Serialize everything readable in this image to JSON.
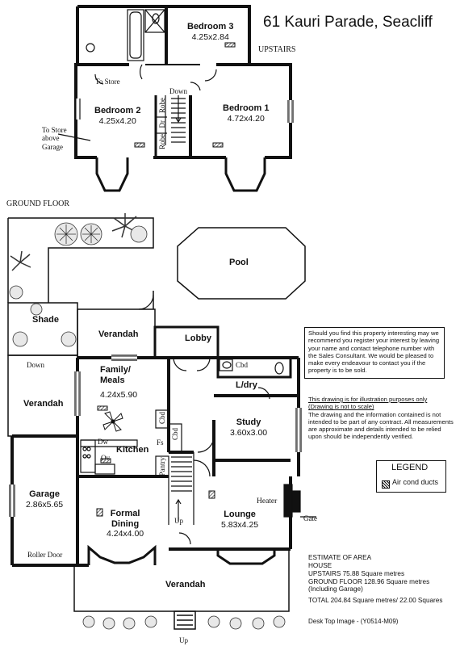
{
  "title": "61 Kauri Parade, Seacliff",
  "floors": {
    "upstairs": "UPSTAIRS",
    "ground": "GROUND FLOOR"
  },
  "rooms": {
    "bedroom3": {
      "name": "Bedroom 3",
      "dims": "4.25x2.84"
    },
    "bedroom2": {
      "name": "Bedroom 2",
      "dims": "4.25x4.20"
    },
    "bedroom1": {
      "name": "Bedroom 1",
      "dims": "4.72x4.20"
    },
    "family": {
      "name": "Family/\nMeals",
      "dims": "4.24x5.90"
    },
    "study": {
      "name": "Study",
      "dims": "3.60x3.00"
    },
    "garage": {
      "name": "Garage",
      "dims": "2.86x5.65"
    },
    "dining": {
      "name": "Formal\nDining",
      "dims": "4.24x4.00"
    },
    "lounge": {
      "name": "Lounge",
      "dims": "5.83x4.25"
    }
  },
  "labels": {
    "to_store": "To Store",
    "to_store_garage": "To Store\nabove\nGarage",
    "down_up": "Down",
    "robe1": "Robe",
    "robe2": "Robe",
    "dr": "Dr",
    "pool": "Pool",
    "shade": "Shade",
    "verandah_top": "Verandah",
    "verandah_left": "Verandah",
    "verandah_bottom": "Verandah",
    "lobby": "Lobby",
    "cbd1": "Cbd",
    "cbd2": "Cbd",
    "cbd3": "Cbd",
    "ldry": "L/dry",
    "down_ground": "Down",
    "kitchen": "Kitchen",
    "dw": "Dw",
    "ov": "Ov",
    "fs": "Fs",
    "pantry": "Pantry",
    "up_stair": "Up",
    "heater": "Heater",
    "gate": "Gate",
    "roller_door": "Roller Door",
    "up_entry": "Up"
  },
  "notice": "Should you find this property interesting may we recommend you register your interest by leaving your name and contact telephone number with the Sales Consultant. We would be pleased to make every endeavour to contact you if the property is to be sold.",
  "disclaimer": {
    "line1": "This drawing is for illustration purposes only",
    "line2": "(Drawing is not to scale)",
    "body": "The drawing and the information contained is not intended to be part of any contract. All measurements are approximate and details intended to be relied upon should be independently verified."
  },
  "legend": {
    "title": "LEGEND",
    "item": "Air cond ducts"
  },
  "area": {
    "heading": "ESTIMATE OF AREA",
    "house": "HOUSE",
    "upstairs": "UPSTAIRS 75.88 Square metres",
    "ground": "GROUND FLOOR 128.96 Square metres",
    "including": "(Including Garage)",
    "total": "TOTAL  204.84 Square metres/  22.00 Squares"
  },
  "footer": "Desk Top Image - (Y0514-M09)"
}
